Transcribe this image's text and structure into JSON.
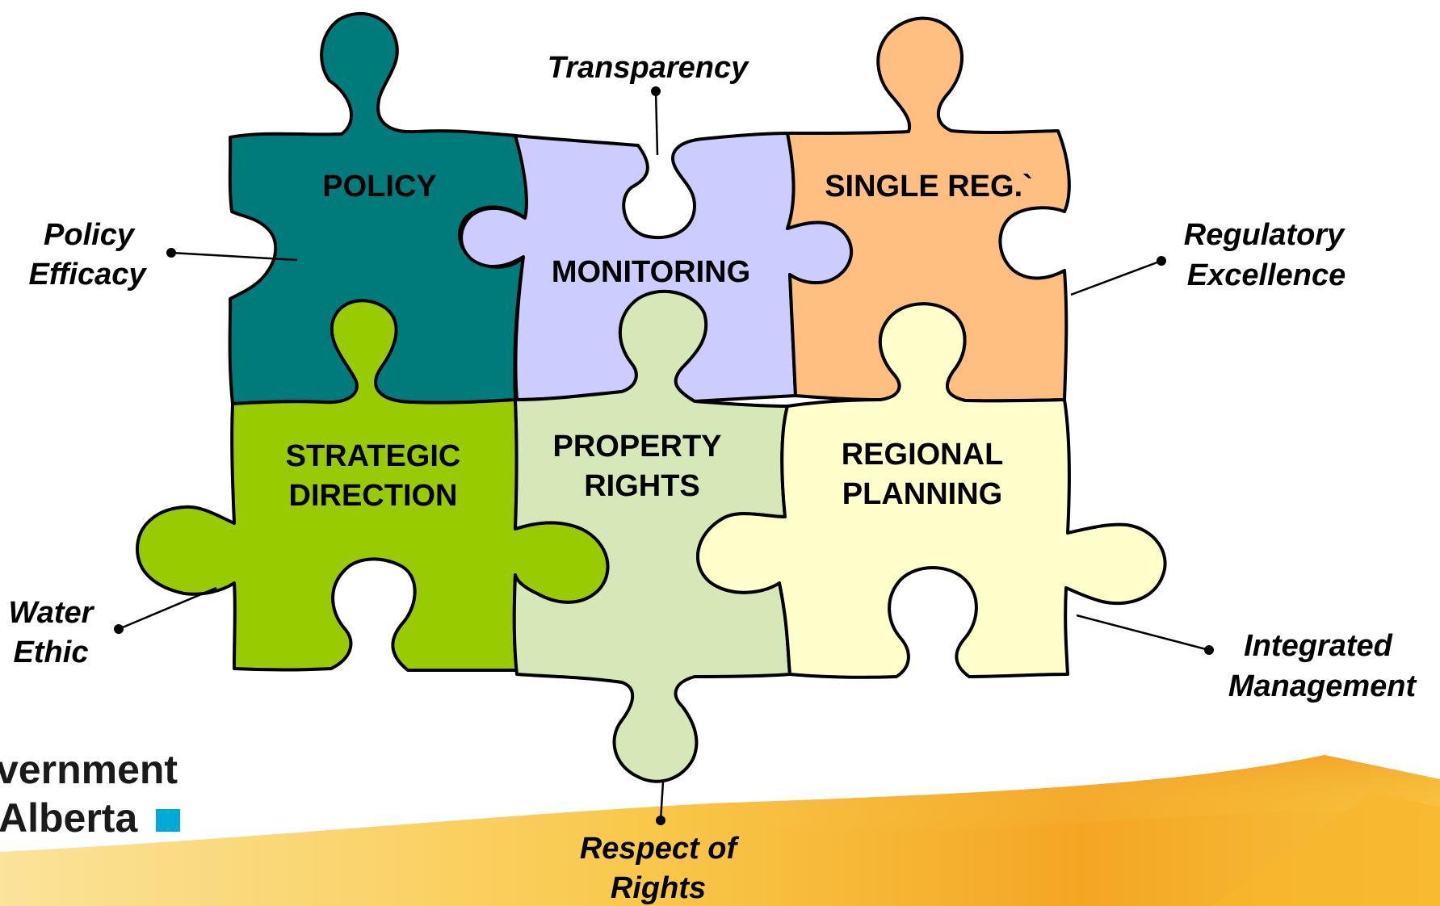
{
  "pieces": {
    "policy": "POLICY",
    "monitoring": "MONITORING",
    "single_reg": "SINGLE REG.`",
    "strategic_line1": "STRATEGIC",
    "strategic_line2": "DIRECTION",
    "property_line1": "PROPERTY",
    "property_line2": "RIGHTS",
    "regional_line1": "REGIONAL",
    "regional_line2": "PLANNING"
  },
  "callouts": {
    "transparency": "Transparency",
    "policy_efficacy_1": "Policy",
    "policy_efficacy_2": "Efficacy",
    "regulatory_1": "Regulatory",
    "regulatory_2": "Excellence",
    "water_1": "Water",
    "water_2": "Ethic",
    "integrated_1": "Integrated",
    "integrated_2": "Management",
    "respect_1": "Respect of",
    "respect_2": "Rights"
  },
  "logo": {
    "line1": "vernment",
    "line2": "Alberta"
  },
  "colors": {
    "policy": "#007b7b",
    "monitoring": "#ccccff",
    "single_reg": "#ffbf80",
    "strategic": "#99cc00",
    "property": "#d6e8b8",
    "regional": "#ffffcc",
    "logo_square": "#00aad4",
    "band": "#f7b733"
  }
}
